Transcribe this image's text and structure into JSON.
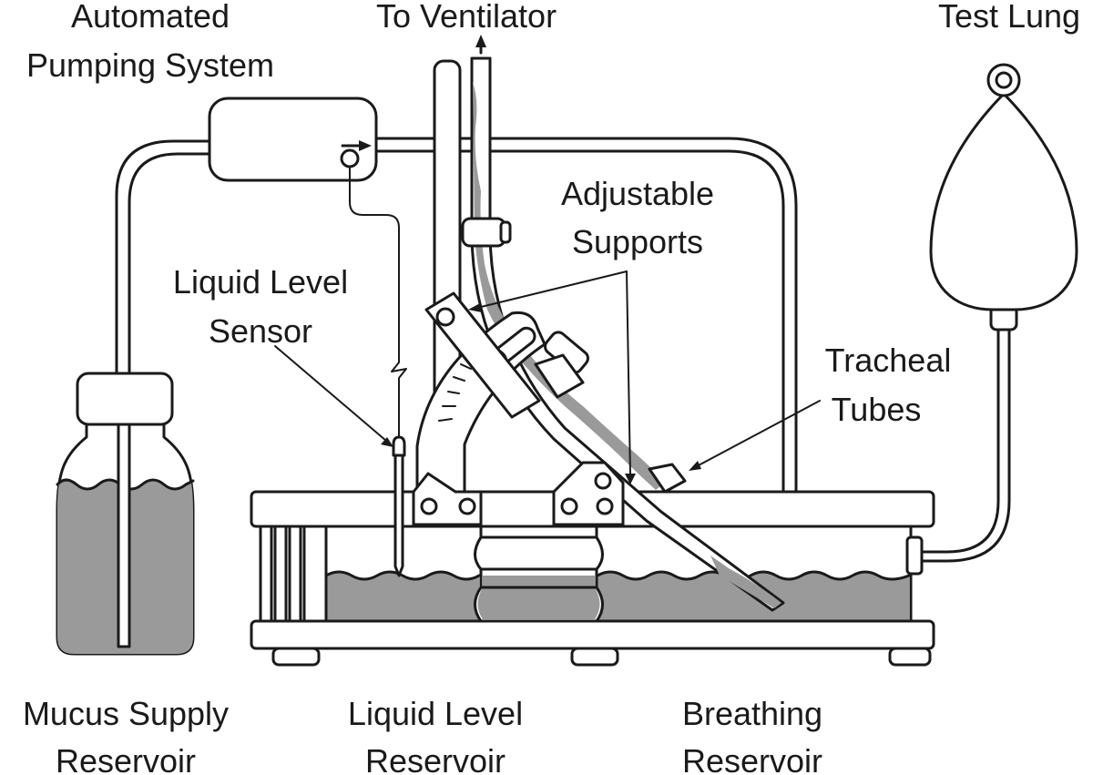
{
  "labels": {
    "automated_pumping_line1": "Automated",
    "automated_pumping_line2": "Pumping System",
    "to_ventilator": "To Ventilator",
    "test_lung": "Test Lung",
    "adjustable_line1": "Adjustable",
    "adjustable_line2": "Supports",
    "liquid_sensor_line1": "Liquid Level",
    "liquid_sensor_line2": "Sensor",
    "tracheal_line1": "Tracheal",
    "tracheal_line2": "Tubes",
    "mucus_line1": "Mucus Supply",
    "mucus_line2": "Reservoir",
    "liquid_reservoir_line1": "Liquid Level",
    "liquid_reservoir_line2": "Reservoir",
    "breathing_line1": "Breathing",
    "breathing_line2": "Reservoir"
  },
  "colors": {
    "line": "#1a1a1a",
    "liquid": "#9a9a9a",
    "background": "#ffffff"
  }
}
